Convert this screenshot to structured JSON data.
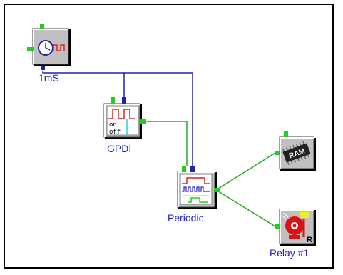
{
  "diagram": {
    "nodes": [
      {
        "id": "timer",
        "label": "1mS",
        "icon": "clock-wave-icon"
      },
      {
        "id": "gpdi",
        "label": "GPDI",
        "icon": "on-off-pulse-icon"
      },
      {
        "id": "periodic",
        "label": "Periodic",
        "icon": "multi-waveform-icon"
      },
      {
        "id": "ram",
        "label": "",
        "icon": "ram-chip-icon",
        "chip_text": "RAM"
      },
      {
        "id": "relay",
        "label": "Relay #1",
        "icon": "alarm-bell-icon",
        "badge_text": "R"
      }
    ],
    "gpdi_text": {
      "line1": "on",
      "line2": "off"
    },
    "connections": [
      {
        "from": "timer",
        "to": "gpdi",
        "color": "#2222aa"
      },
      {
        "from": "timer",
        "to": "periodic",
        "color": "#2222aa"
      },
      {
        "from": "gpdi",
        "to": "periodic",
        "color": "#22aa22"
      },
      {
        "from": "periodic",
        "to": "ram",
        "color": "#22aa22"
      },
      {
        "from": "periodic",
        "to": "relay",
        "color": "#22aa22"
      }
    ],
    "colors": {
      "label": "#2222cc",
      "wire_blue": "#2222aa",
      "wire_green": "#22aa22",
      "port_green": "#22cc22",
      "port_blue": "#2222aa",
      "block_face": "#c0c0c0"
    }
  }
}
